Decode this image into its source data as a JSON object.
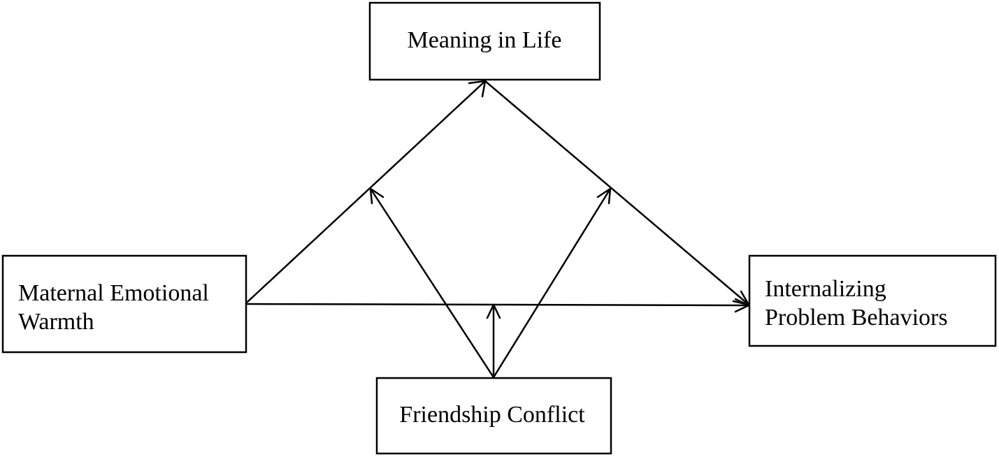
{
  "nodes": {
    "meaning_in_life": {
      "label": "Meaning in Life"
    },
    "maternal_warmth": {
      "line1": "Maternal Emotional",
      "line2": "Warmth"
    },
    "internalizing": {
      "line1": "Internalizing",
      "line2": "Problem Behaviors"
    },
    "friendship_conflict": {
      "label": "Friendship Conflict"
    }
  },
  "edges": [
    {
      "from": "maternal_warmth",
      "to": "meaning_in_life",
      "kind": "path"
    },
    {
      "from": "meaning_in_life",
      "to": "internalizing",
      "kind": "path"
    },
    {
      "from": "maternal_warmth",
      "to": "internalizing",
      "kind": "path"
    },
    {
      "from": "friendship_conflict",
      "to": "path:maternal_warmth->meaning_in_life",
      "kind": "moderation"
    },
    {
      "from": "friendship_conflict",
      "to": "path:meaning_in_life->internalizing",
      "kind": "moderation"
    },
    {
      "from": "friendship_conflict",
      "to": "path:maternal_warmth->internalizing",
      "kind": "moderation"
    }
  ],
  "colors": {
    "stroke": "#000000",
    "background": "#ffffff"
  }
}
